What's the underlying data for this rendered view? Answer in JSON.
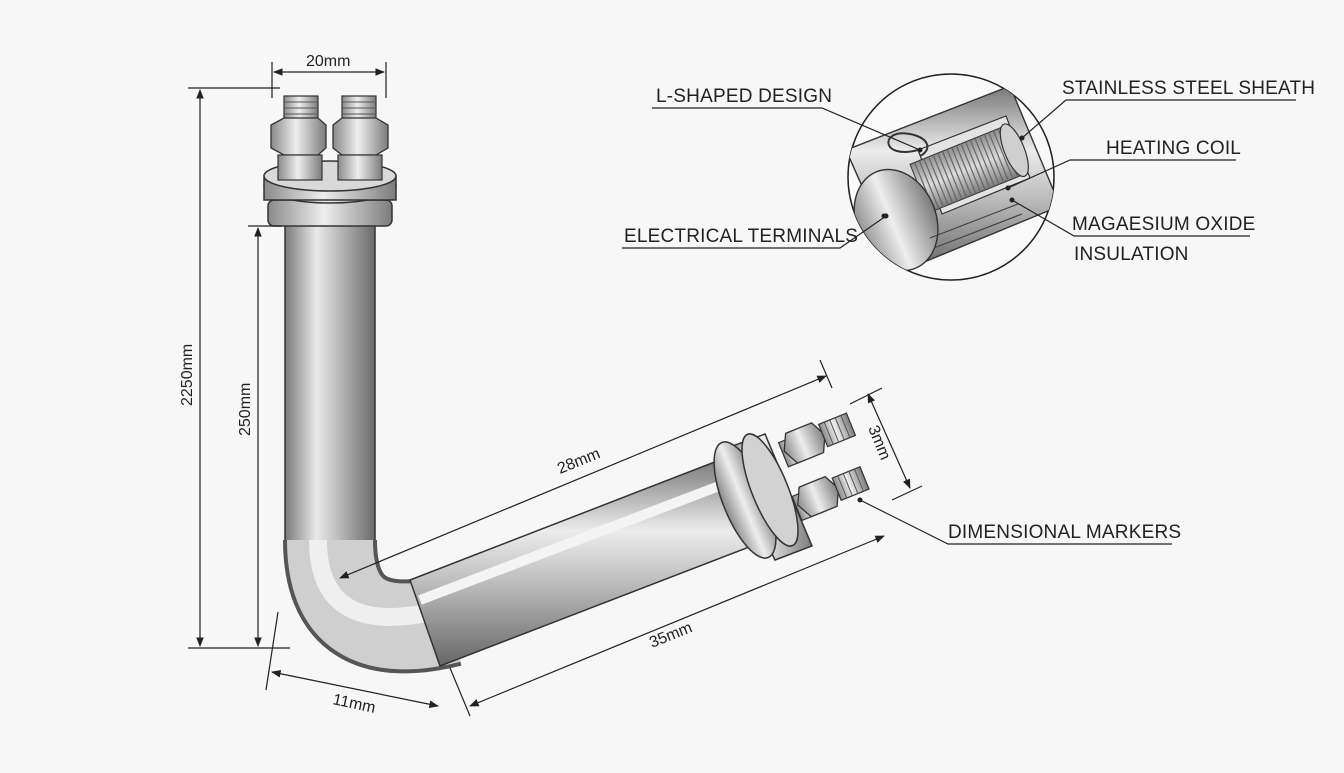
{
  "callouts": {
    "l_shaped_design": "L-SHAPED DESIGN",
    "stainless_steel_sheath": "STAINLESS STEEL SHEATH",
    "heating_coil": "HEATING COIL",
    "electrical_terminals": "ELECTRICAL TERMINALS",
    "insulation_line1": "MAGAESIUM OXIDE",
    "insulation_line2": "INSULATION",
    "dimensional_markers": "DIMENSIONAL MARKERS"
  },
  "dimensions": {
    "top_width": "20mm",
    "total_height": "2250mm",
    "vertical_leg": "250mm",
    "horizontal_arm": "28mm",
    "lower_arm": "35mm",
    "bend_offset": "11mm",
    "terminal_spacing": "3mm"
  },
  "colors": {
    "background": "#f7f7f7",
    "line": "#222222",
    "steel_light": "#f2f2f2",
    "steel_mid": "#b9b9b9",
    "steel_dark": "#6d6d6d"
  }
}
